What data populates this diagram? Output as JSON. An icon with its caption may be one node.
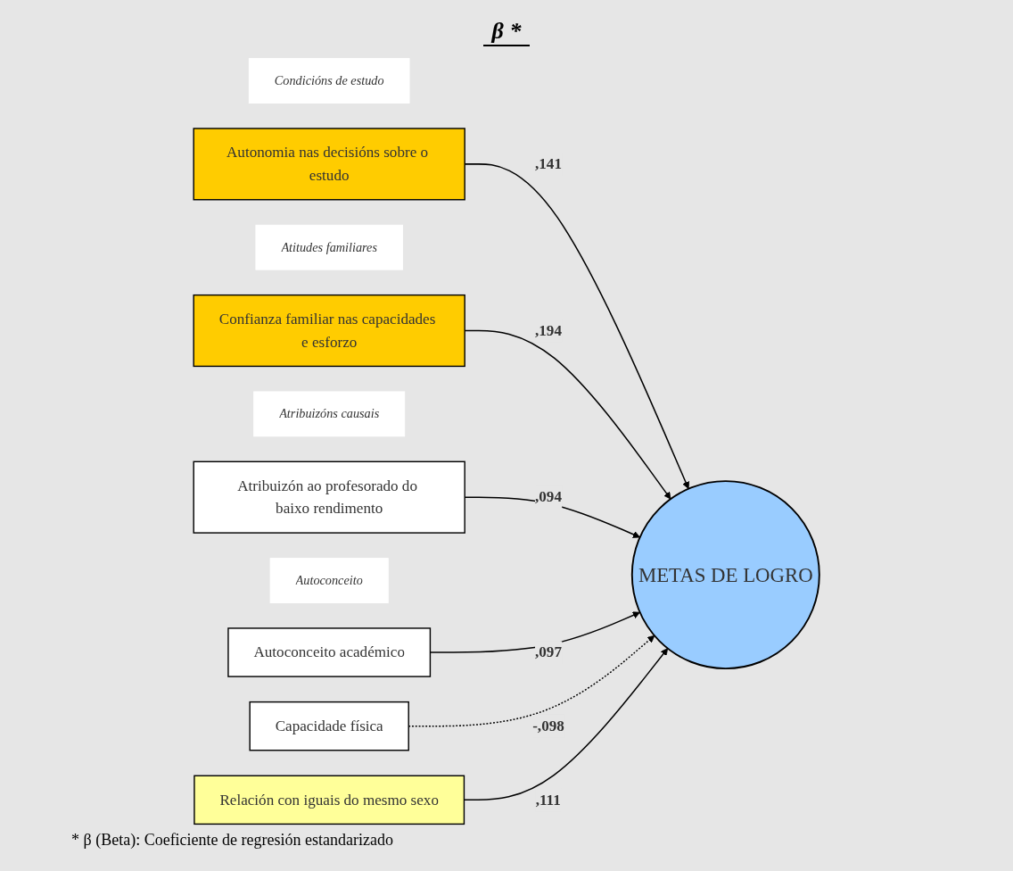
{
  "diagram": {
    "nodes": [
      {
        "text": [
          "Condicións de estudo"
        ]
      },
      {
        "text": [
          "Autonomia nas decisións sobre o estudo"
        ]
      },
      {
        "text": [
          "Atitudes familiares"
        ]
      },
      {
        "text": [
          "Confianza familiar nas capacidades e esforzo"
        ]
      },
      {
        "text": [
          "Atribuizóns causais"
        ]
      },
      {
        "text": [
          "Atribuizón ao profesorado do baixo rendimento"
        ]
      },
      {
        "text": [
          "Autoconceito"
        ]
      },
      {
        "text": [
          "Autoconceito académico"
        ]
      },
      {
        "text": [
          "Capacidade física"
        ]
      },
      {
        "text": [
          "Relación con iguais do mesmo sexo"
        ]
      },
      {
        "text": [
          "METAS DE LOGRO"
        ]
      }
    ],
    "edges": [
      {
        "from": 1,
        "to": 10,
        "arrow": "to",
        "label": ",141"
      },
      {
        "from": 3,
        "to": 10,
        "arrow": "to",
        "label": ",194"
      },
      {
        "from": 5,
        "to": 10,
        "arrow": "to",
        "label": ",094"
      },
      {
        "from": 7,
        "to": 10,
        "arrow": "to",
        "label": ",097"
      },
      {
        "from": 8,
        "to": 10,
        "arrow": "to",
        "label": "-,098",
        "style": "dashed"
      },
      {
        "from": 9,
        "to": 10,
        "arrow": "to",
        "label": ",111"
      }
    ],
    "labels": [
      "β *",
      "* β (Beta): Coeficiente de regresión estandarizado"
    ]
  }
}
